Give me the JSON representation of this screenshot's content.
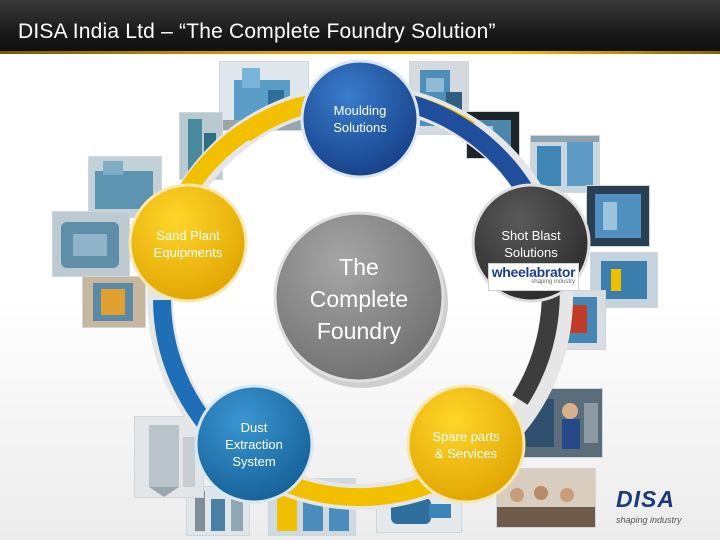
{
  "header": {
    "title": "DISA India Ltd – “The Complete Foundry Solution”"
  },
  "center": {
    "lines": [
      "The",
      "Complete",
      "Foundry"
    ]
  },
  "nodes": {
    "moulding": {
      "lines": [
        "Moulding",
        "Solutions"
      ]
    },
    "shot_blast": {
      "lines": [
        "Shot Blast",
        "Solutions"
      ]
    },
    "spare_parts": {
      "lines": [
        "Spare parts",
        "& Services"
      ]
    },
    "dust_extraction": {
      "lines": [
        "Dust",
        "Extraction",
        "System"
      ]
    },
    "sand_plant": {
      "lines": [
        "Sand Plant",
        "Equipments"
      ]
    }
  },
  "logos": {
    "wheelabrator": {
      "name": "wheelabrator",
      "tagline": "shaping industry"
    },
    "disa": {
      "name": "DISA",
      "tagline": "shaping industry"
    }
  },
  "colors": {
    "ring_blue": "#1f4f9c",
    "ring_gold": "#f3c000",
    "node_blue": "#1e6fb6",
    "node_gold": "#f5b800",
    "node_dark": "#3d3d3d",
    "center_gray": "#8a8a8a",
    "accent_line": "#f5c400"
  }
}
